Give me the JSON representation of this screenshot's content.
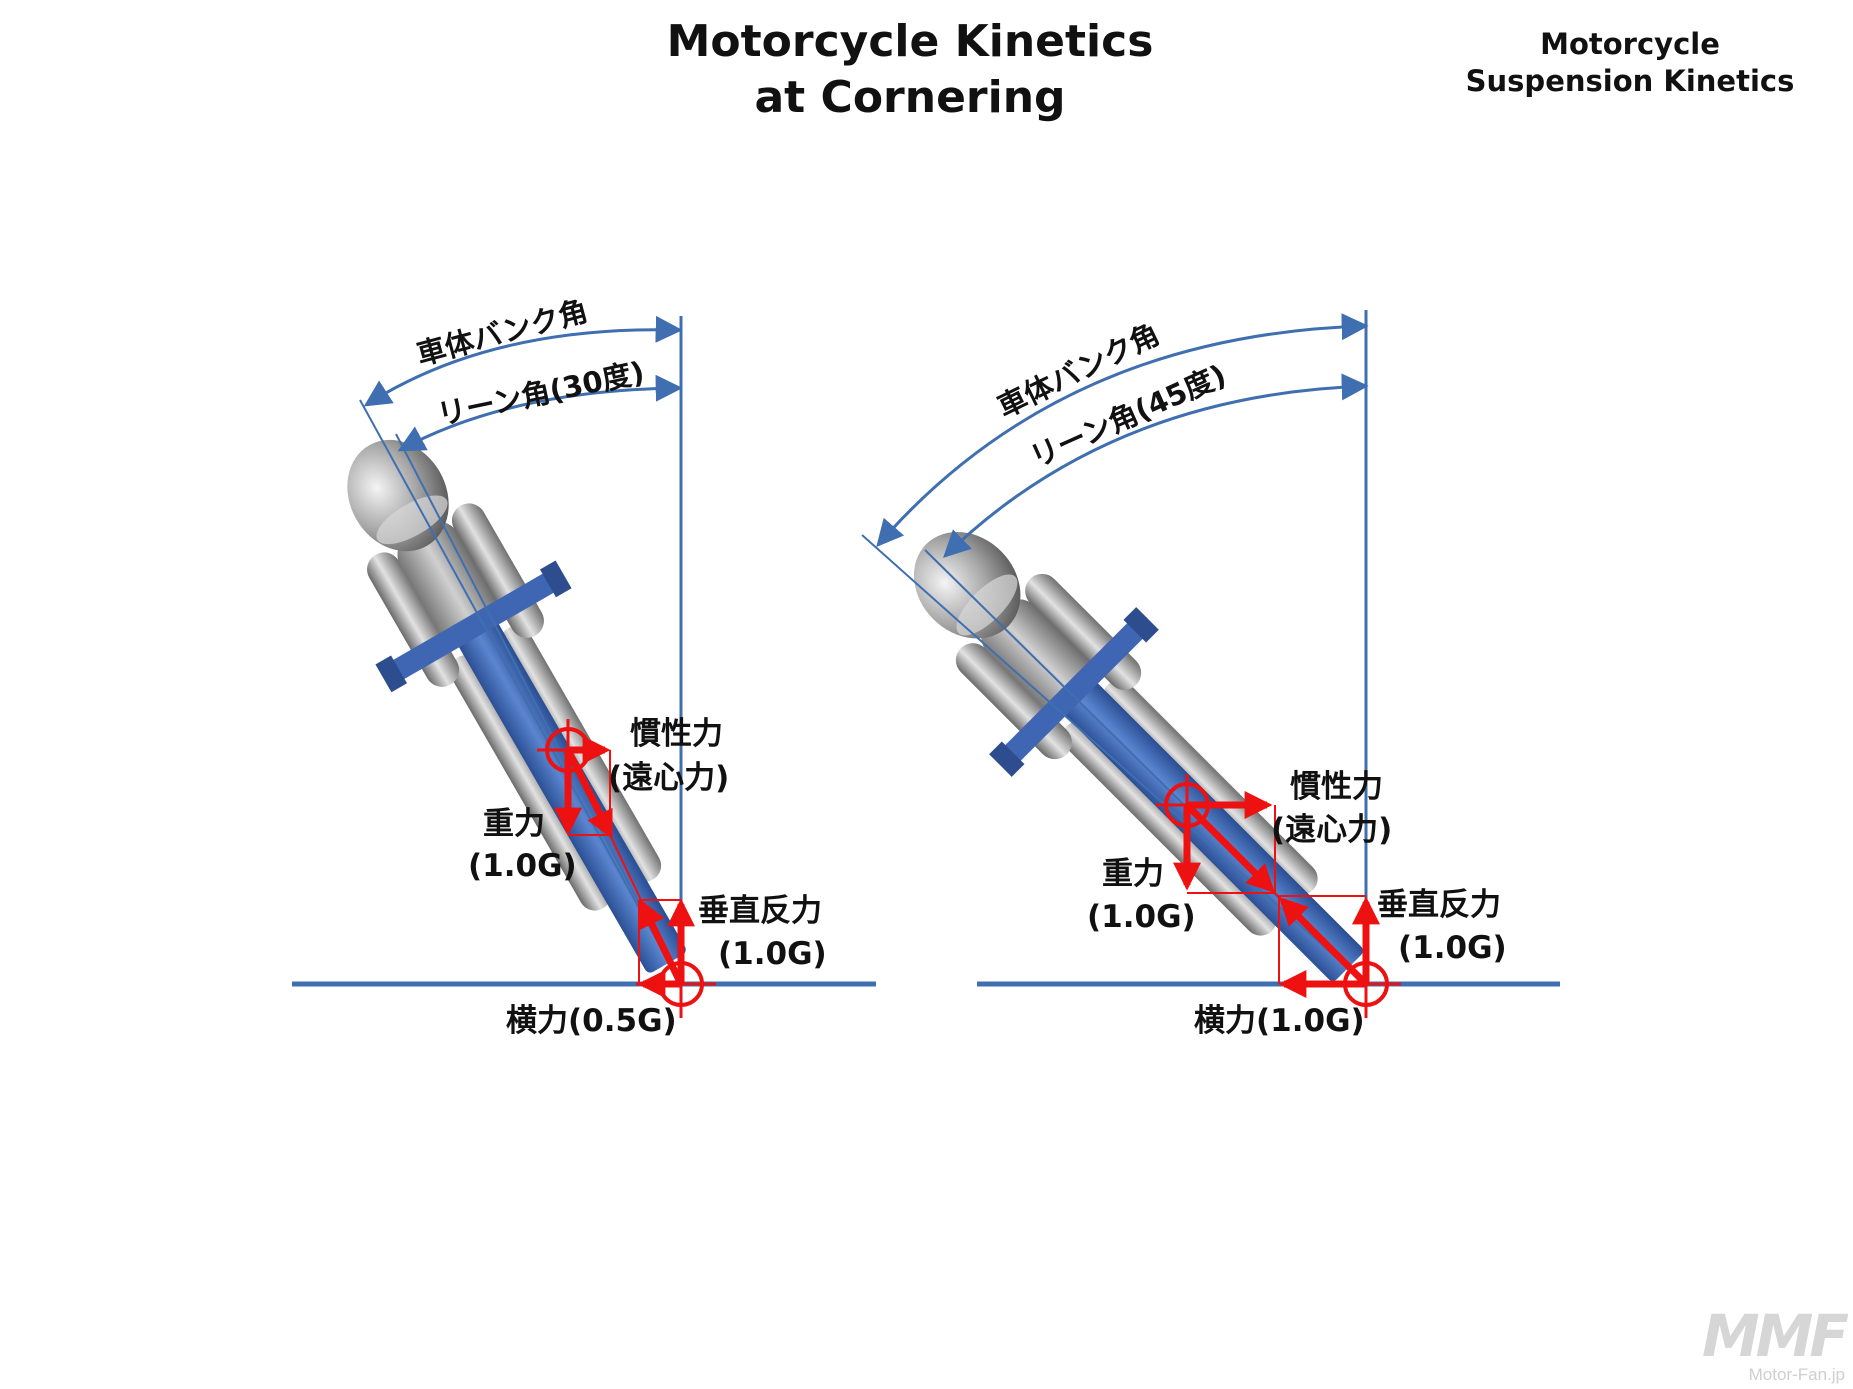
{
  "header": {
    "title_line1": "Motorcycle Kinetics",
    "title_line2": "at Cornering",
    "subtitle_line1": "Motorcycle",
    "subtitle_line2": "Suspension Kinetics"
  },
  "left_diagram": {
    "bank_label": "車体バンク角",
    "lean_label": "リーン角(30度)",
    "inertia_label": "慣性力",
    "inertia_sub": "(遠心力)",
    "gravity_label": "重力",
    "gravity_value": "(1.0G)",
    "normal_label": "垂直反力",
    "normal_value": "(1.0G)",
    "lateral_label": "横力(0.5G)"
  },
  "right_diagram": {
    "bank_label": "車体バンク角",
    "lean_label": "リーン角(45度)",
    "inertia_label": "慣性力",
    "inertia_sub": "(遠心力)",
    "gravity_label": "重力",
    "gravity_value": "(1.0G)",
    "normal_label": "垂直反力",
    "normal_value": "(1.0G)",
    "lateral_label": "横力(1.0G)"
  },
  "watermark": {
    "logo": "MMF",
    "site": "Motor-Fan.jp"
  },
  "colors": {
    "guide_blue": "#3f6fb0",
    "force_red": "#ee1111",
    "fork_blue": "#3f66b3",
    "rider_gray": "#9b9b9b"
  }
}
